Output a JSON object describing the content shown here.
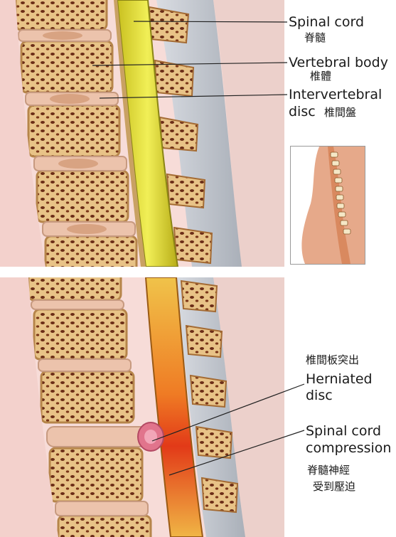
{
  "top_panel": {
    "labels": {
      "spinal_cord_en": "Spinal cord",
      "spinal_cord_zh": "脊髓",
      "vertebral_body_en": "Vertebral body",
      "vertebral_body_zh": "椎體",
      "intervertebral_en": "Intervertebral",
      "disc_en": "disc",
      "intervertebral_disc_zh": "椎間盤"
    }
  },
  "bottom_panel": {
    "labels": {
      "herniated_zh": "椎間板突出",
      "herniated_en_1": "Herniated",
      "herniated_en_2": "disc",
      "compression_en_1": "Spinal cord",
      "compression_en_2": "compression",
      "compression_zh_1": "脊髓神經",
      "compression_zh_2": "受到壓迫"
    }
  },
  "colors": {
    "tissue_bg": "#f7dcd8",
    "bone": "#e9c48a",
    "bone_pores": "#6b2d17",
    "disc": "#e7b8a0",
    "spinal_cord_healthy": "#e3e23a",
    "spinal_cord_compressed": "#e84a1a",
    "ligament": "#c8ccd2"
  }
}
